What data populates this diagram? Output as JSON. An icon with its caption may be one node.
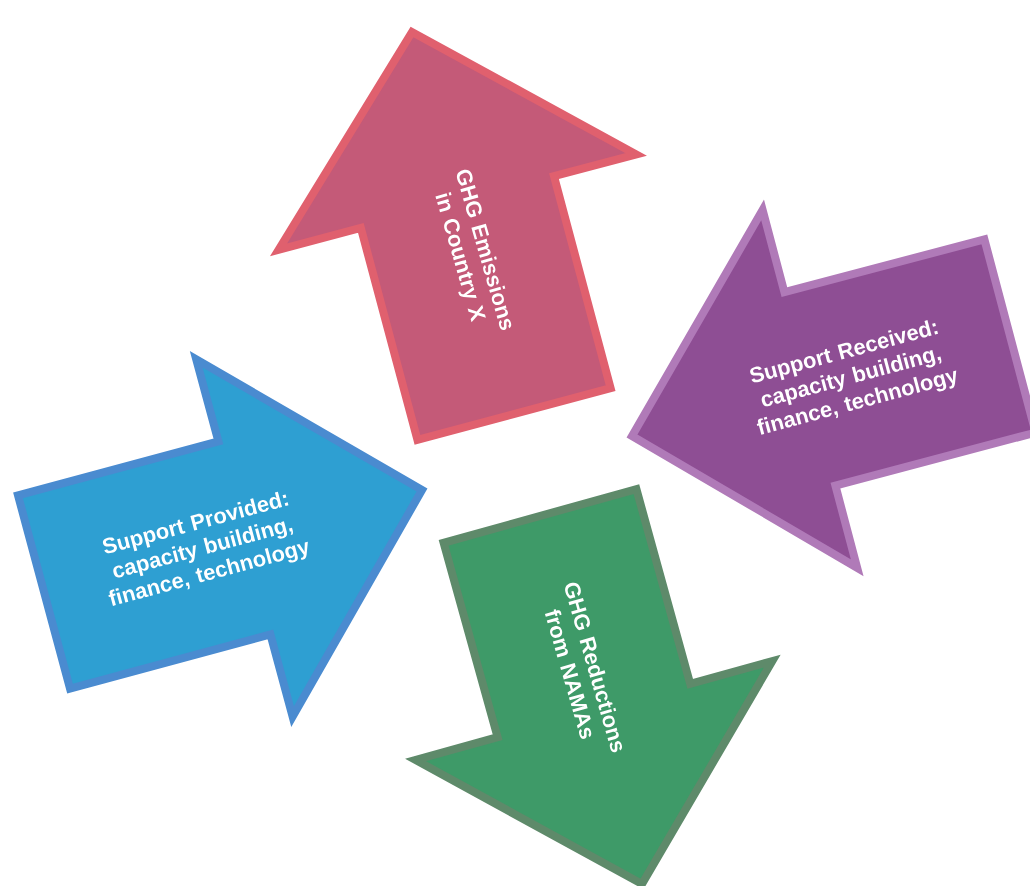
{
  "diagram": {
    "nodes": [
      {
        "text": [
          "GHG Emissions in Country X"
        ]
      },
      {
        "text": [
          "Support Received: capacity building, finance, technology"
        ]
      },
      {
        "text": [
          "Support Provided: capacity building, finance, technology"
        ]
      },
      {
        "text": [
          "GHG Reductions from NAMAs"
        ]
      }
    ]
  }
}
